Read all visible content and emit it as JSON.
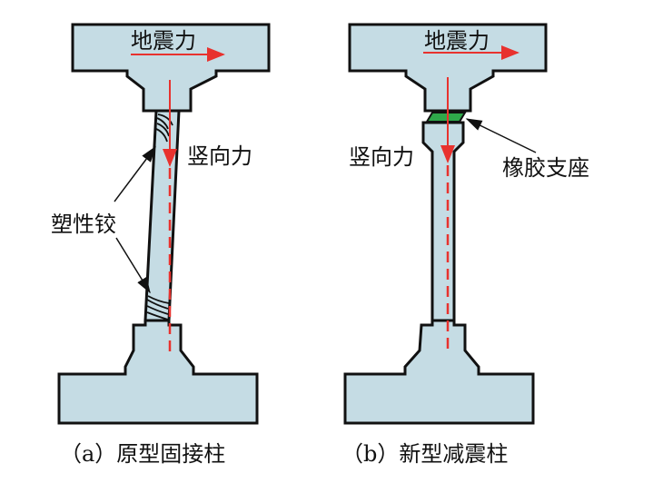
{
  "colors": {
    "concrete": "#c5dce4",
    "outline": "#111111",
    "force": "#e8322e",
    "bearing": "#2fa84a"
  },
  "panel_a": {
    "seismic_force": "地震力",
    "vertical_force": "竖向力",
    "plastic_hinge": "塑性铰",
    "caption": "（a）原型固接柱"
  },
  "panel_b": {
    "seismic_force": "地震力",
    "vertical_force": "竖向力",
    "rubber_bearing": "橡胶支座",
    "caption": "（b）新型减震柱"
  }
}
